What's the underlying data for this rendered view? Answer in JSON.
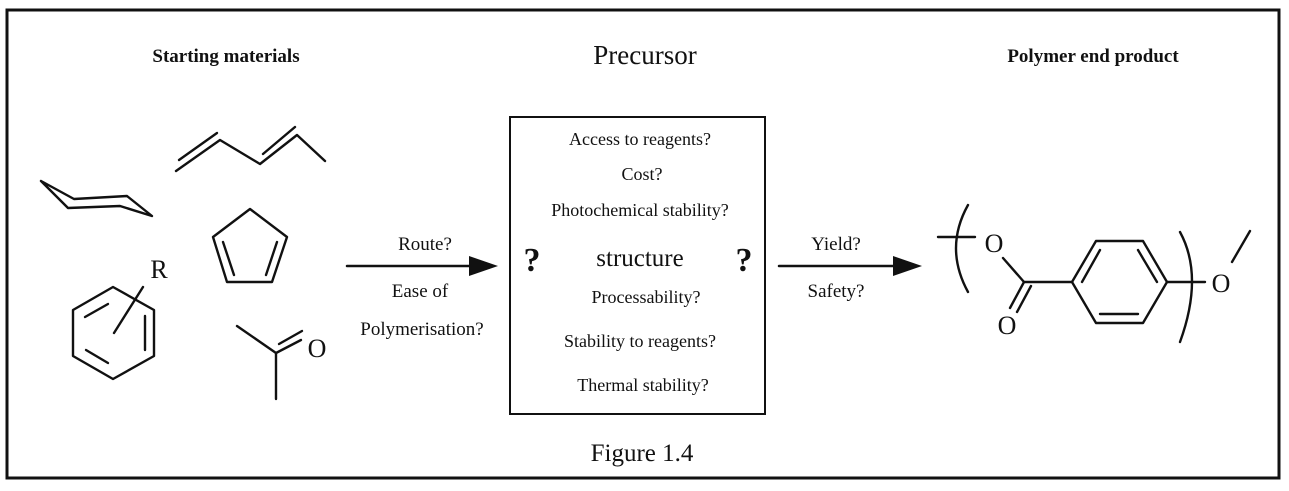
{
  "headers": {
    "starting_materials": "Starting materials",
    "precursor": "Precursor",
    "polymer_end_product": "Polymer end product"
  },
  "starting_materials": {
    "substituent_label": "R",
    "carbonyl_oxygen": "O"
  },
  "route_labels": {
    "route": "Route?",
    "ease_of": "Ease of",
    "polymerisation": "Polymerisation?"
  },
  "precursor_box": {
    "access_to_reagents": "Access to reagents?",
    "cost": "Cost?",
    "photochemical_stability": "Photochemical stability?",
    "question_left": "?",
    "structure": "structure",
    "question_right": "?",
    "processability": "Processability?",
    "stability_to_reagents": "Stability to reagents?",
    "thermal_stability": "Thermal stability?"
  },
  "product_labels": {
    "yield": "Yield?",
    "safety": "Safety?"
  },
  "polymer": {
    "ester_oxygen": "O",
    "carbonyl_oxygen": "O",
    "end_oxygen": "O"
  },
  "caption": "Figure 1.4"
}
